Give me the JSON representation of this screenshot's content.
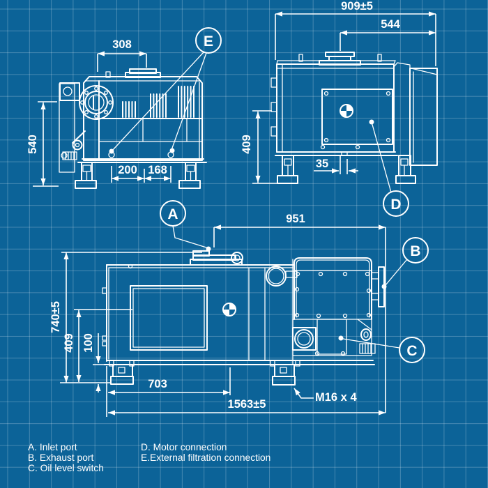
{
  "colors": {
    "background": "#0c6398",
    "grid": "#4f88ae",
    "line": "#ffffff"
  },
  "dims": {
    "front_width": "308",
    "front_height": "540",
    "front_foot_left": "200",
    "front_foot_right": "168",
    "rear_width": "909±5",
    "rear_port": "544",
    "rear_com_height": "409",
    "rear_offset": "35",
    "side_length_to_port": "951",
    "side_height": "740±5",
    "side_com_height": "409",
    "side_base_height": "100",
    "side_com_x": "703",
    "side_overall_length": "1563±5",
    "side_bolt_spec": "M16 x 4"
  },
  "callouts": {
    "a": "A",
    "b": "B",
    "c": "C",
    "d": "D",
    "e": "E"
  },
  "legend": [
    "A. Inlet port",
    "B. Exhaust port",
    "C. Oil level switch",
    "D. Motor connection",
    "E.External filtration connection"
  ]
}
